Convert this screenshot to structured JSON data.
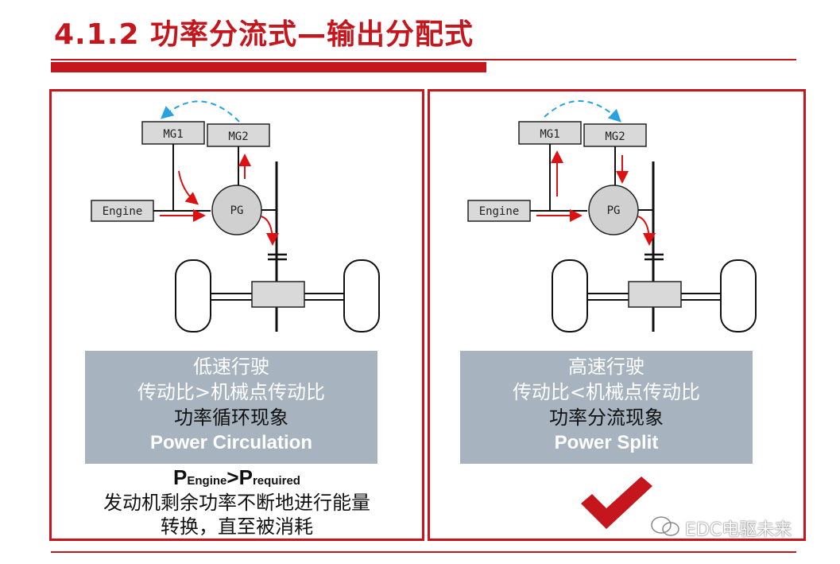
{
  "title": "4.1.2 功率分流式—输出分配式",
  "labels": {
    "mg1": "MG1",
    "mg2": "MG2",
    "engine": "Engine",
    "pg": "PG"
  },
  "left": {
    "line1": "低速行驶",
    "line2": "传动比>机械点传动比",
    "line3": "功率循环现象",
    "line4": "Power Circulation",
    "formula": {
      "p1": "P",
      "sub1": "Engine",
      "op": ">",
      "p2": "P",
      "sub2": "required"
    },
    "note1": "发动机剩余功率不断地进行能量",
    "note2": "转换，直至被消耗"
  },
  "right": {
    "line1": "高速行驶",
    "line2": "传动比<机械点传动比",
    "line3": "功率分流现象",
    "line4": "Power Split"
  },
  "watermark": "EDC电驱未来",
  "colors": {
    "accent": "#c4161c",
    "box": "#a7b4bf",
    "dash_arrow": "#29a3e0"
  },
  "icons": {
    "check": "checkmark-icon",
    "watermark": "wechat-icon"
  }
}
